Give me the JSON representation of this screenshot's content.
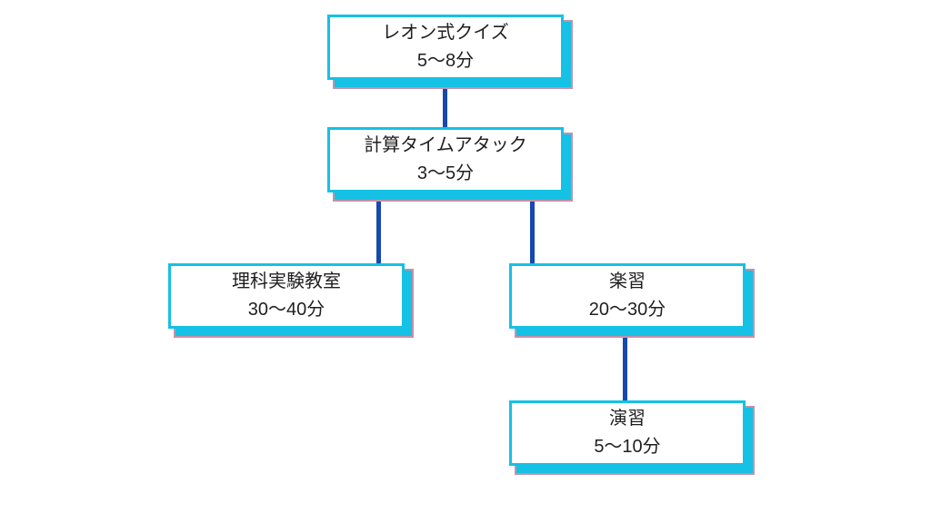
{
  "diagram": {
    "type": "flowchart",
    "background": "#ffffff",
    "colors": {
      "box_fill": "#ffffff",
      "box_border": "#15c1e4",
      "box_shadow": "#15c1e4",
      "shadow_outline": "#c492a8",
      "connector": "#1648b0",
      "text": "#1f1f1f"
    },
    "nodes": [
      {
        "id": "quiz",
        "title": "レオン式クイズ",
        "duration": "5〜8分"
      },
      {
        "id": "keisan",
        "title": "計算タイムアタック",
        "duration": "3〜5分"
      },
      {
        "id": "rika",
        "title": "理科実験教室",
        "duration": "30〜40分"
      },
      {
        "id": "gakushu",
        "title": "楽習",
        "duration": "20〜30分"
      },
      {
        "id": "enshu",
        "title": "演習",
        "duration": "5〜10分"
      }
    ],
    "edges": [
      {
        "from": "quiz",
        "to": "keisan"
      },
      {
        "from": "keisan",
        "to": "rika"
      },
      {
        "from": "keisan",
        "to": "gakushu"
      },
      {
        "from": "gakushu",
        "to": "enshu"
      }
    ]
  }
}
